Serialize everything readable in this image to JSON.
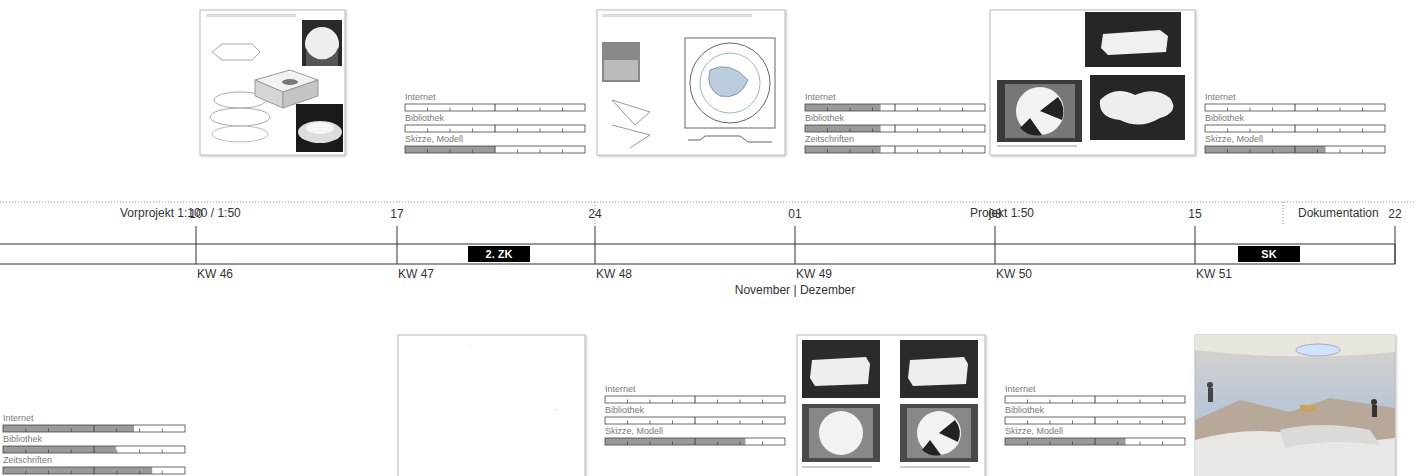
{
  "diagram": {
    "nodes": [
      {
        "text": [
          "2. ZK"
        ]
      },
      {
        "text": [
          "SK"
        ]
      }
    ],
    "labels": [
      "Internet",
      "Bibliothek",
      "Skizze, Modell",
      "Internet",
      "Bibliothek",
      "Zeitschriften",
      "Internet",
      "Bibliothek",
      "Skizze, Modell",
      "Vorprojekt 1:100 / 1:50",
      "Projekt 1:50",
      "Dokumentation",
      "10",
      "17",
      "24",
      "01",
      "08",
      "15",
      "22",
      "KW 46",
      "KW 47",
      "KW 48",
      "KW 49",
      "KW 50",
      "KW 51",
      "November | Dezember",
      "Internet",
      "Bibliothek",
      "Zeitschriften",
      "Internet",
      "Bibliothek",
      "Skizze, Modell",
      "Internet",
      "Bibliothek",
      "Skizze, Modell"
    ]
  }
}
